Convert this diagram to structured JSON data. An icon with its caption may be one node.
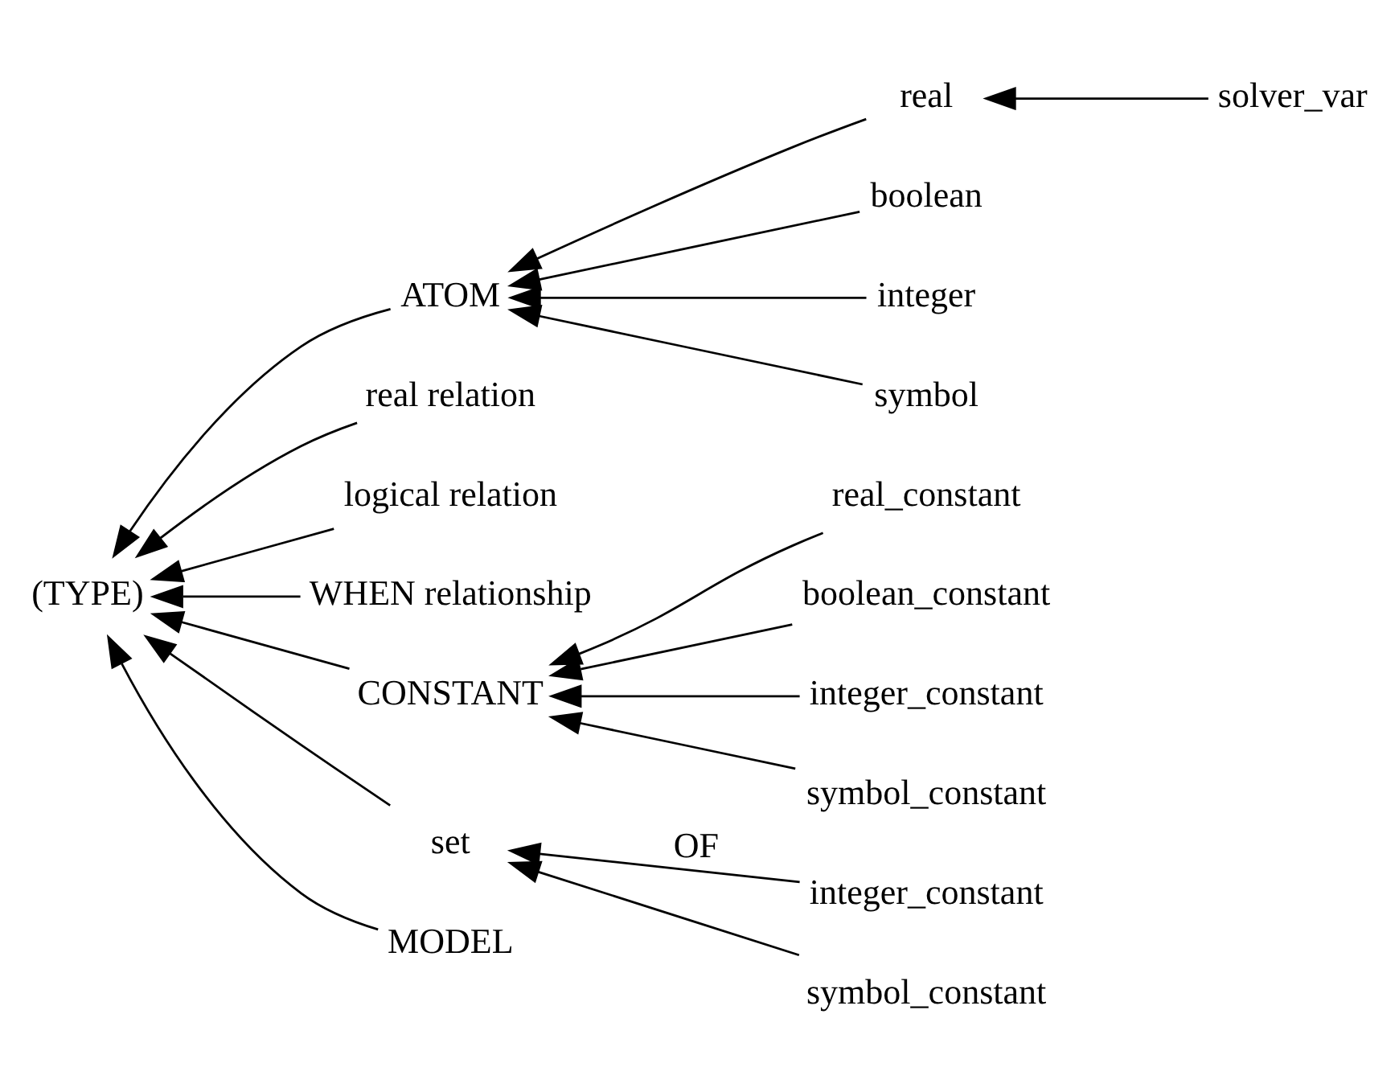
{
  "diagram": {
    "nodes": [
      {
        "text": [
          "(TYPE)"
        ]
      },
      {
        "text": [
          "ATOM"
        ]
      },
      {
        "text": [
          "real"
        ]
      },
      {
        "text": [
          "boolean"
        ]
      },
      {
        "text": [
          "integer"
        ]
      },
      {
        "text": [
          "symbol"
        ]
      },
      {
        "text": [
          "solver_var"
        ]
      },
      {
        "text": [
          "real relation"
        ]
      },
      {
        "text": [
          "logical relation"
        ]
      },
      {
        "text": [
          "WHEN relationship"
        ]
      },
      {
        "text": [
          "CONSTANT"
        ]
      },
      {
        "text": [
          "real_constant"
        ]
      },
      {
        "text": [
          "boolean_constant"
        ]
      },
      {
        "text": [
          "integer_constant"
        ]
      },
      {
        "text": [
          "symbol_constant"
        ]
      },
      {
        "text": [
          "set"
        ]
      },
      {
        "text": [
          "integer_constant"
        ]
      },
      {
        "text": [
          "symbol_constant"
        ]
      },
      {
        "text": [
          "MODEL"
        ]
      }
    ],
    "edges": [
      {
        "from": 1,
        "to": 0,
        "arrow": "to"
      },
      {
        "from": 2,
        "to": 1,
        "arrow": "to"
      },
      {
        "from": 3,
        "to": 1,
        "arrow": "to"
      },
      {
        "from": 4,
        "to": 1,
        "arrow": "to"
      },
      {
        "from": 5,
        "to": 1,
        "arrow": "to"
      },
      {
        "from": 6,
        "to": 2,
        "arrow": "to"
      },
      {
        "from": 7,
        "to": 0,
        "arrow": "to"
      },
      {
        "from": 8,
        "to": 0,
        "arrow": "to"
      },
      {
        "from": 9,
        "to": 0,
        "arrow": "to"
      },
      {
        "from": 10,
        "to": 0,
        "arrow": "to"
      },
      {
        "from": 11,
        "to": 10,
        "arrow": "to"
      },
      {
        "from": 12,
        "to": 10,
        "arrow": "to"
      },
      {
        "from": 13,
        "to": 10,
        "arrow": "to"
      },
      {
        "from": 14,
        "to": 10,
        "arrow": "to"
      },
      {
        "from": 15,
        "to": 0,
        "arrow": "to"
      },
      {
        "from": 16,
        "to": 15,
        "arrow": "to",
        "label": "OF"
      },
      {
        "from": 17,
        "to": 15,
        "arrow": "to"
      },
      {
        "from": 18,
        "to": 0,
        "arrow": "to"
      }
    ]
  }
}
